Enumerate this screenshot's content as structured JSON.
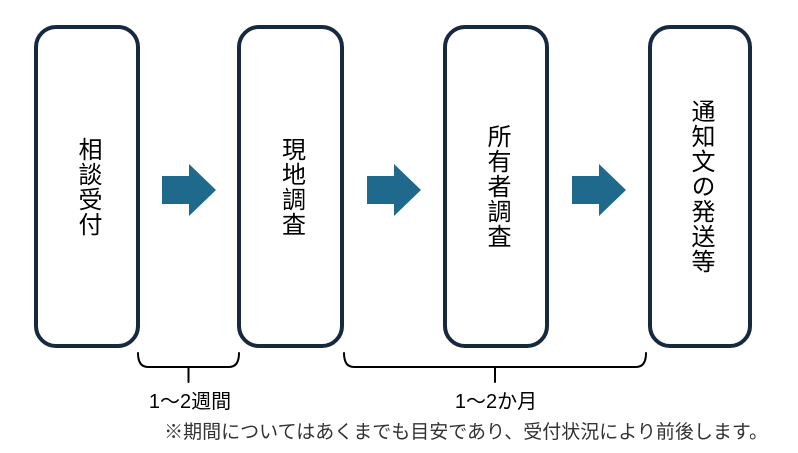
{
  "colors": {
    "box_border": "#17293E",
    "box_text": "#000000",
    "arrow": "#1E698C",
    "bracket": "#000000",
    "label_text": "#000000",
    "note_text": "#333333"
  },
  "flow": {
    "steps": [
      {
        "label": "相談受付"
      },
      {
        "label": "現地調査"
      },
      {
        "label": "所有者調査"
      },
      {
        "label": "通知文の発送等"
      }
    ]
  },
  "durations": [
    {
      "label": "1〜2週間"
    },
    {
      "label": "1〜2か月"
    }
  ],
  "note": "※期間についてはあくまでも目安であり、受付状況により前後します。"
}
